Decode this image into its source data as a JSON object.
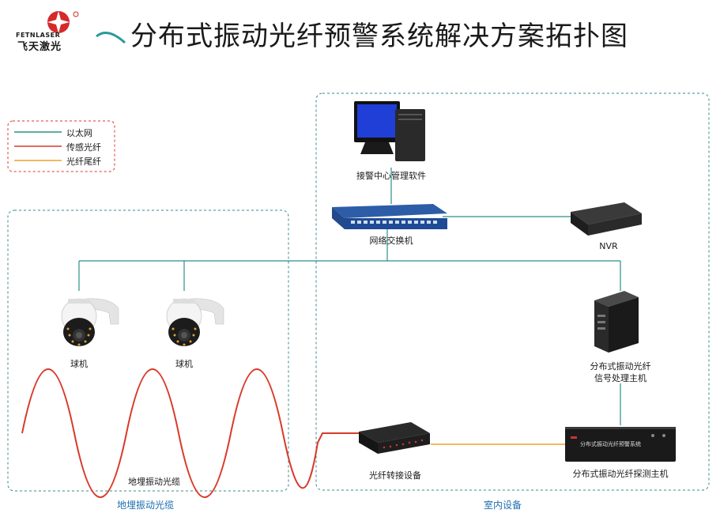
{
  "header": {
    "logo_en": "FETNLASER",
    "logo_cn": "飞天激光",
    "title": "分布式振动光纤预警系统解决方案拓扑图"
  },
  "legend": {
    "items": [
      {
        "label": "以太网",
        "color": "#2a8f8a"
      },
      {
        "label": "传感光纤",
        "color": "#d93a2b"
      },
      {
        "label": "光纤尾纤",
        "color": "#f0a030"
      }
    ]
  },
  "nodes": {
    "alarm_software": "接警中心管理软件",
    "switch": "网络交换机",
    "nvr": "NVR",
    "camera1": "球机",
    "camera2": "球机",
    "signal_host": [
      "分布式振动光纤",
      "信号处理主机"
    ],
    "detector": "分布式振动光纤探测主机",
    "detector_panel_text": "分布式振动光纤预警系统",
    "adapter": "光纤转接设备",
    "cable": "地埋振动光缆"
  },
  "zones": {
    "left": "地埋振动光缆",
    "right": "室内设备"
  },
  "colors": {
    "ethernet": "#2a8f8a",
    "sensing_fiber": "#d93a2b",
    "pigtail": "#f0a030",
    "zone_border": "#3a8a8a",
    "zone_label": "#1f6fb0"
  }
}
